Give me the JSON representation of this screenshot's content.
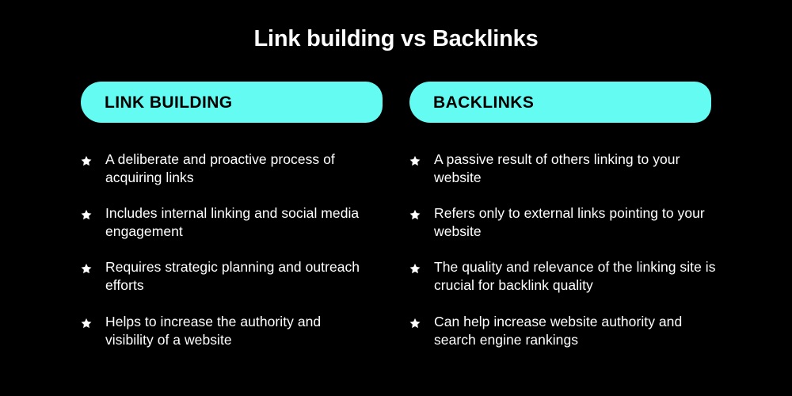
{
  "title": "Link building vs Backlinks",
  "theme": {
    "background": "#000000",
    "accent": "#63fbf2",
    "text": "#ffffff",
    "pill_text": "#000000"
  },
  "icons": {
    "bullet": "star-icon"
  },
  "columns": [
    {
      "id": "link-building",
      "header": "LINK BUILDING",
      "items": [
        "A deliberate and proactive process of acquiring links",
        "Includes internal linking and social media engagement",
        "Requires strategic planning and outreach efforts",
        "Helps to increase the authority and visibility of a website"
      ]
    },
    {
      "id": "backlinks",
      "header": "BACKLINKS",
      "items": [
        "A passive result of others linking to your website",
        "Refers only to external links pointing to your website",
        "The quality and relevance of the linking site is crucial for backlink quality",
        "Can help increase website authority and search engine rankings"
      ]
    }
  ]
}
